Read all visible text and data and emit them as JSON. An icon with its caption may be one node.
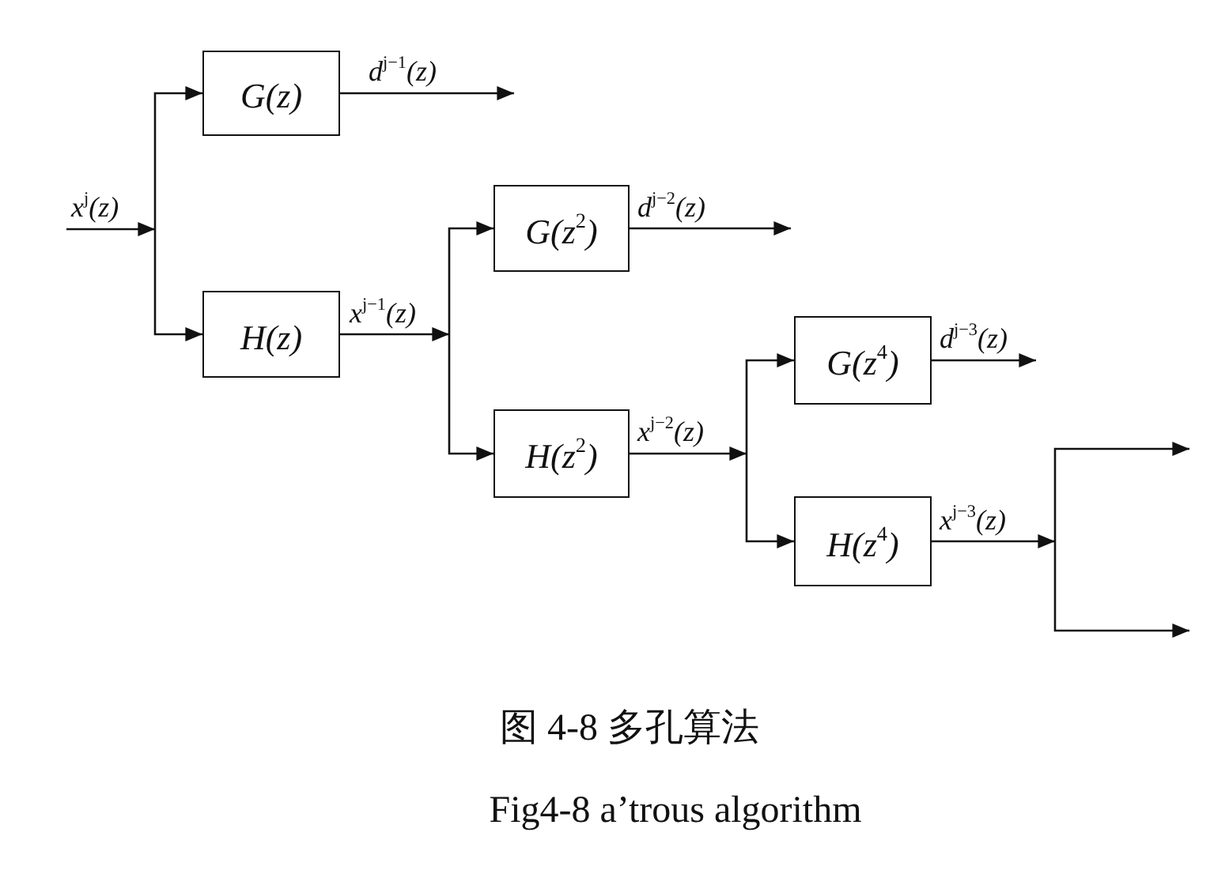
{
  "diagram": {
    "caption": "图 4-8 多孔算法",
    "nodes": [
      {
        "text": [
          "G(z)"
        ]
      },
      {
        "text": [
          "H(z)"
        ]
      },
      {
        "text": [
          "G(z$^{2}$)"
        ]
      },
      {
        "text": [
          "H(z$^{2}$)"
        ]
      },
      {
        "text": [
          "G(z$^{4}$)"
        ]
      },
      {
        "text": [
          "H(z$^{4}$)"
        ]
      }
    ],
    "edges": [
      {
        "from": null,
        "to": 0,
        "arrow": "to",
        "label": "x$^{j}$(z)"
      },
      {
        "from": null,
        "to": 1,
        "arrow": "to"
      },
      {
        "from": 0,
        "to": null,
        "arrow": "to",
        "label": "d$^{j−1}$(z)"
      },
      {
        "from": 1,
        "to": 2,
        "arrow": "to",
        "label": "x$^{j−1}$(z)"
      },
      {
        "from": 1,
        "to": 3,
        "arrow": "to"
      },
      {
        "from": 2,
        "to": null,
        "arrow": "to",
        "label": "d$^{j−2}$(z)"
      },
      {
        "from": 3,
        "to": 4,
        "arrow": "to",
        "label": "x$^{j−2}$(z)"
      },
      {
        "from": 3,
        "to": 5,
        "arrow": "to"
      },
      {
        "from": 4,
        "to": null,
        "arrow": "to",
        "label": "d$^{j−3}$(z)"
      },
      {
        "from": 5,
        "to": null,
        "arrow": "to",
        "label": "x$^{j−3}$(z)"
      },
      {
        "from": 5,
        "to": null,
        "arrow": "to"
      }
    ],
    "labels": [
      "Fig4-8 a’trous algorithm"
    ]
  }
}
